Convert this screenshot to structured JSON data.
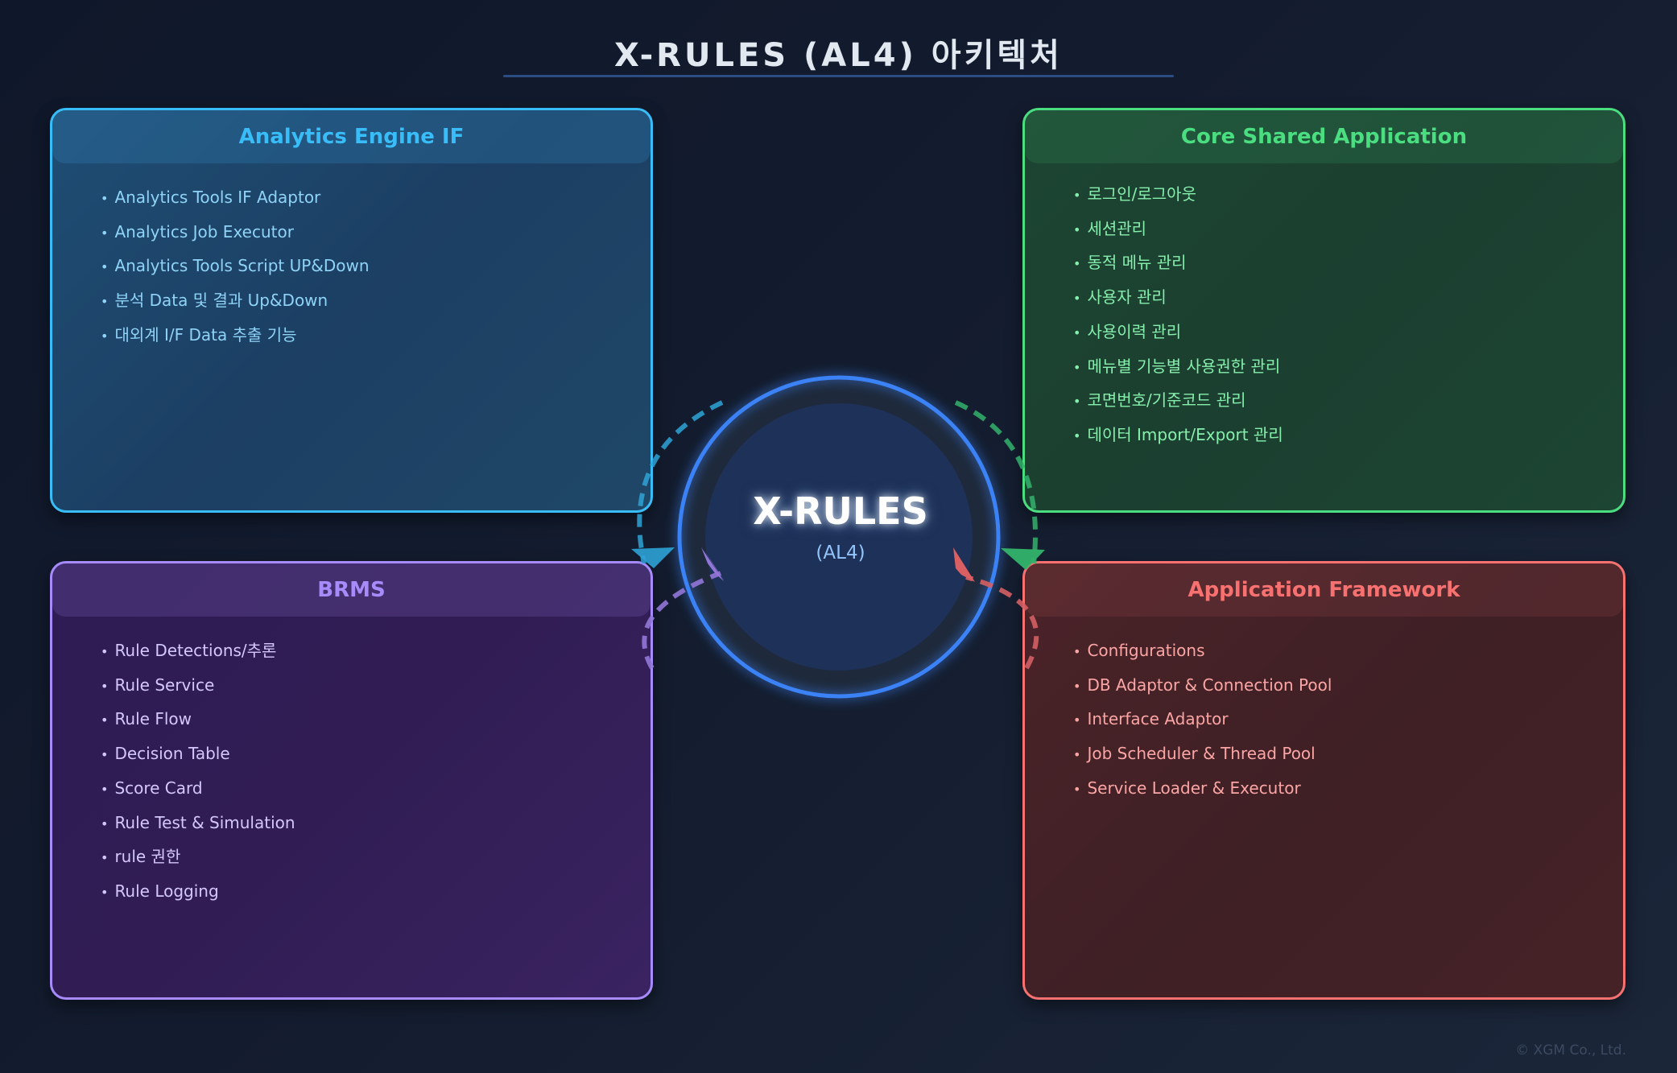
{
  "header": {
    "title": "X-RULES (AL4) 아키텍처"
  },
  "center": {
    "title": "X-RULES",
    "subtitle": "(AL4)",
    "accent_color": "#3b82f6"
  },
  "modules": {
    "analytics_engine": {
      "title": "Analytics Engine IF",
      "color": "#38bdf8",
      "items": [
        "Analytics Tools IF Adaptor",
        "Analytics Job Executor",
        "Analytics Tools Script UP&Down",
        "분석 Data 및 결과 Up&Down",
        "대외계 I/F Data 추출 기능"
      ]
    },
    "core_shared": {
      "title": "Core Shared Application",
      "color": "#4ade80",
      "items": [
        "로그인/로그아웃",
        "세션관리",
        "동적 메뉴 관리",
        "사용자 관리",
        "사용이력 관리",
        "메뉴별 기능별 사용권한 관리",
        "코면번호/기준코드 관리",
        "데이터 Import/Export 관리"
      ]
    },
    "brms": {
      "title": "BRMS",
      "color": "#a78bfa",
      "items": [
        "Rule Detections/추론",
        "Rule Service",
        "Rule Flow",
        "Decision Table",
        "Score Card",
        "Rule Test & Simulation",
        "rule 권한",
        "Rule Logging"
      ]
    },
    "app_framework": {
      "title": "Application Framework",
      "color": "#f87171",
      "items": [
        "Configurations",
        "DB Adaptor & Connection Pool",
        "Interface Adaptor",
        "Job Scheduler & Thread Pool",
        "Service Loader & Executor"
      ]
    }
  },
  "footer": {
    "copyright": "© XGM Co., Ltd."
  }
}
